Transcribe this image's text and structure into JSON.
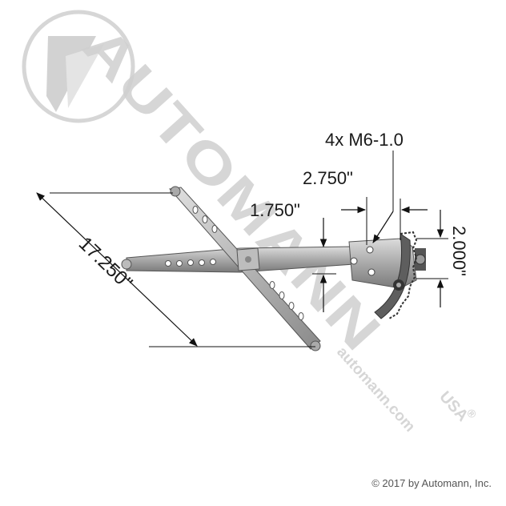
{
  "watermark": {
    "brand": "AUTOMANN",
    "suffix": "USA",
    "registered": "®",
    "website": "automann.com"
  },
  "dimensions": {
    "overall_length": "17.250\"",
    "arm_offset": "1.750\"",
    "mount_spacing_h": "2.750\"",
    "mount_spacing_v": "2.000\"",
    "fasteners": "4x M6-1.0"
  },
  "copyright": "© 2017 by Automann, Inc."
}
